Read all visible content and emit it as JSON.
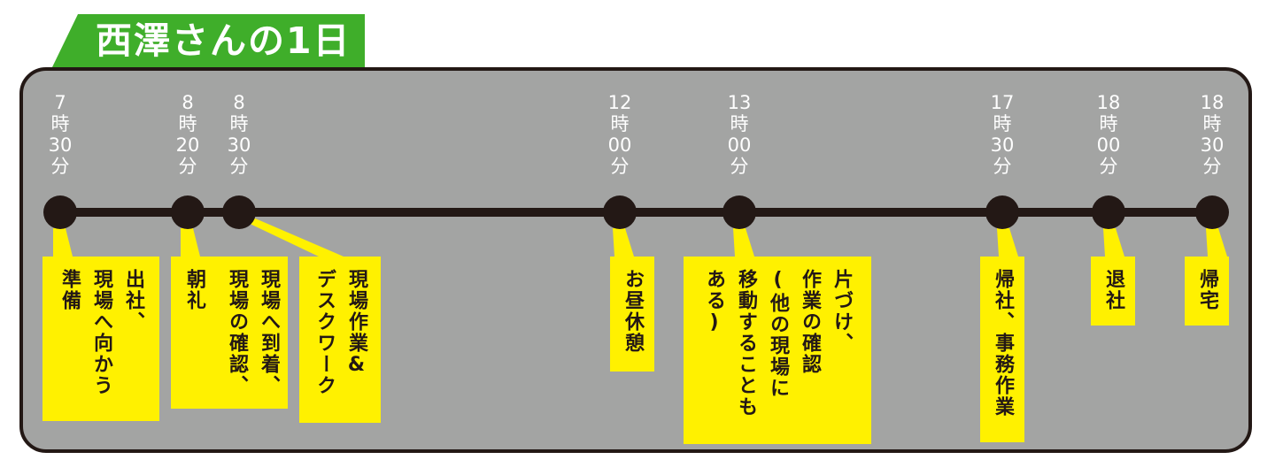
{
  "title": "西澤さんの1日",
  "colors": {
    "title_bg": "#3fae2a",
    "panel_bg": "#a3a4a3",
    "line": "#231815",
    "callout_bg": "#fff100",
    "label_text": "#ffffff"
  },
  "times": [
    {
      "hour": "7",
      "unit_h": "時",
      "minute": "30",
      "unit_m": "分"
    },
    {
      "hour": "8",
      "unit_h": "時",
      "minute": "20",
      "unit_m": "分"
    },
    {
      "hour": "8",
      "unit_h": "時",
      "minute": "30",
      "unit_m": "分"
    },
    {
      "hour": "12",
      "unit_h": "時",
      "minute": "00",
      "unit_m": "分"
    },
    {
      "hour": "13",
      "unit_h": "時",
      "minute": "00",
      "unit_m": "分"
    },
    {
      "hour": "17",
      "unit_h": "時",
      "minute": "30",
      "unit_m": "分"
    },
    {
      "hour": "18",
      "unit_h": "時",
      "minute": "00",
      "unit_m": "分"
    },
    {
      "hour": "18",
      "unit_h": "時",
      "minute": "30",
      "unit_m": "分"
    }
  ],
  "callouts": [
    {
      "lines": [
        "出社、",
        "現場へ向かう",
        "準備"
      ]
    },
    {
      "lines": [
        "朝礼"
      ]
    },
    {
      "lines": [
        "現場へ到着、",
        "現場の確認、"
      ]
    },
    {
      "lines": [
        "現場作業&",
        "デスクワーク"
      ]
    },
    {
      "lines": [
        "お昼休憩"
      ]
    },
    {
      "lines": [
        "片づけ、",
        "作業の確認",
        "(他の現場に",
        "移動することも",
        "ある)"
      ]
    },
    {
      "lines": [
        "帰社、事務作業"
      ]
    },
    {
      "lines": [
        "退社"
      ]
    },
    {
      "lines": [
        "帰宅"
      ]
    }
  ]
}
